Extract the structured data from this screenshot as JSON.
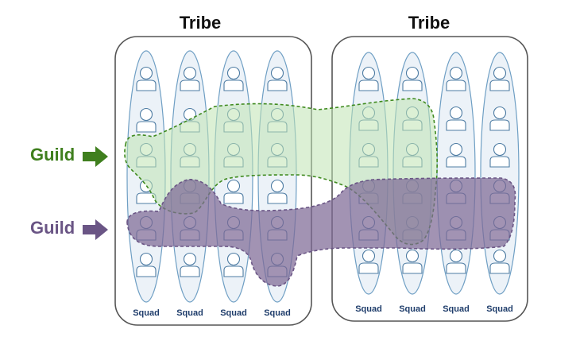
{
  "tribes": [
    {
      "title": "Tribe",
      "squads": [
        "Squad",
        "Squad",
        "Squad",
        "Squad"
      ]
    },
    {
      "title": "Tribe",
      "squads": [
        "Squad",
        "Squad",
        "Squad",
        "Squad"
      ]
    }
  ],
  "guilds": [
    {
      "label": "Guild",
      "color": "#3f7f1e",
      "fill": "#bfe3b2",
      "stroke": "#3f8a1f"
    },
    {
      "label": "Guild",
      "color": "#6a5585",
      "fill": "#7e6a96",
      "stroke": "#6a5585"
    }
  ],
  "colors": {
    "squad_fill": "#dde7f2",
    "squad_stroke": "#6f9fc4",
    "person_stroke": "#4e7ca3",
    "tribe_stroke": "#555555",
    "squad_label": "#1f3d6b"
  },
  "icons": {
    "person": "person-icon",
    "arrow": "right-arrow-icon"
  }
}
